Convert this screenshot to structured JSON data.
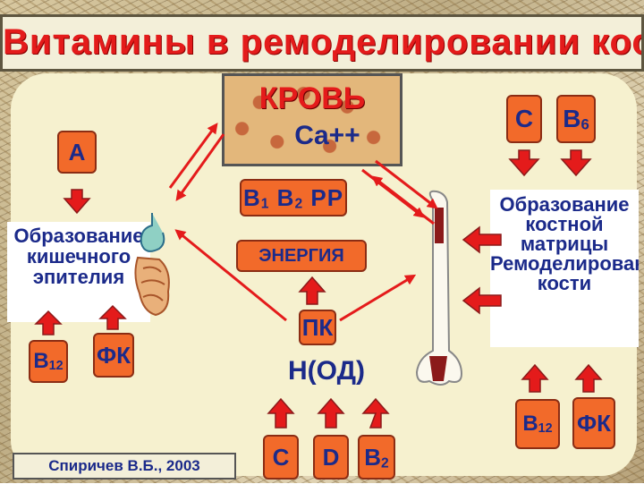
{
  "title": "Витамины в ремоделировании кости",
  "blood": {
    "label": "КРОВЬ",
    "ion": "Ca++"
  },
  "left": {
    "vitamin_a": "А",
    "epithelium": "Образование кишечного эпителия",
    "b12_base": "B",
    "b12_sub": "12",
    "fk": "ФК"
  },
  "center": {
    "b1_base": "B",
    "b1_sub": "1",
    "b2_base": "B",
    "b2_sub": "2",
    "pp": "PP",
    "energy": "ЭНЕРГИЯ",
    "pk": "ПК",
    "nod": "Н(ОД)",
    "c": "C",
    "d": "D",
    "b2b_base": "B",
    "b2b_sub": "2"
  },
  "right": {
    "c": "C",
    "b6_base": "B",
    "b6_sub": "6",
    "matrix": "Образование костной матрицы",
    "remodel": "Ремоделирование кости",
    "b12_base": "B",
    "b12_sub": "12",
    "fk": "ФК"
  },
  "author": "Спиричев В.Б., 2003"
}
